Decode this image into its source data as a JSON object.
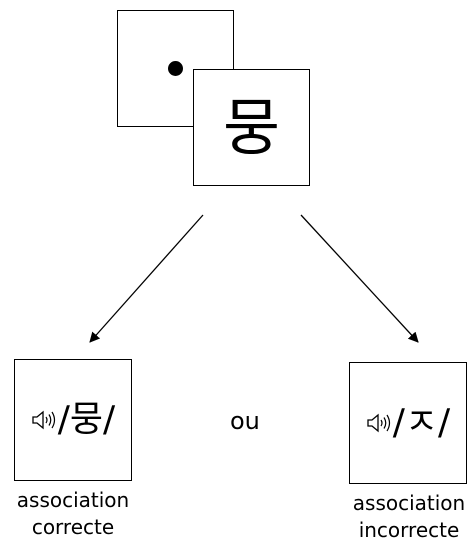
{
  "target_glyph": "뭉",
  "options": {
    "correct": {
      "sound_glyph": "/뭉/",
      "caption_line1": "association",
      "caption_line2": "correcte"
    },
    "incorrect": {
      "sound_glyph": "/ㅈ/",
      "caption_line1": "association",
      "caption_line2": "incorrecte"
    }
  },
  "separator_label": "ou",
  "icons": {
    "speaker": "speaker-sound-icon",
    "fixation": "fixation-dot"
  },
  "colors": {
    "stroke": "#000000",
    "background": "#ffffff"
  }
}
